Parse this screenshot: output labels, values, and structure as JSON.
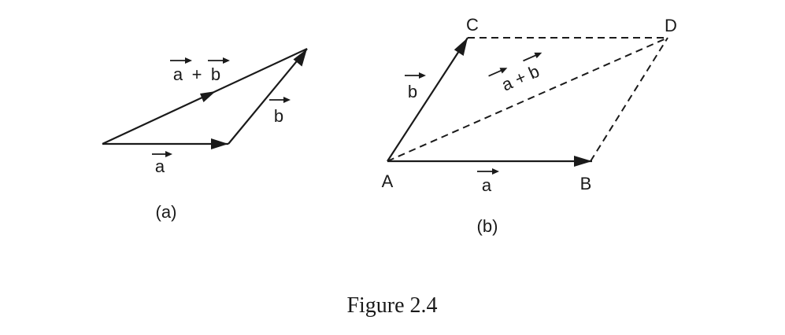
{
  "diagram_a": {
    "vector_a": "a",
    "vector_b": "b",
    "sum_a": "a",
    "sum_plus": "+",
    "sum_b": "b",
    "sublabel": "(a)"
  },
  "diagram_b": {
    "point_A": "A",
    "point_B": "B",
    "point_C": "C",
    "point_D": "D",
    "vector_a": "a",
    "vector_b": "b",
    "diag_text": "a + b",
    "sublabel": "(b)"
  },
  "caption": "Figure 2.4",
  "colors": {
    "ink": "#1a1a1a",
    "background": "#ffffff"
  }
}
